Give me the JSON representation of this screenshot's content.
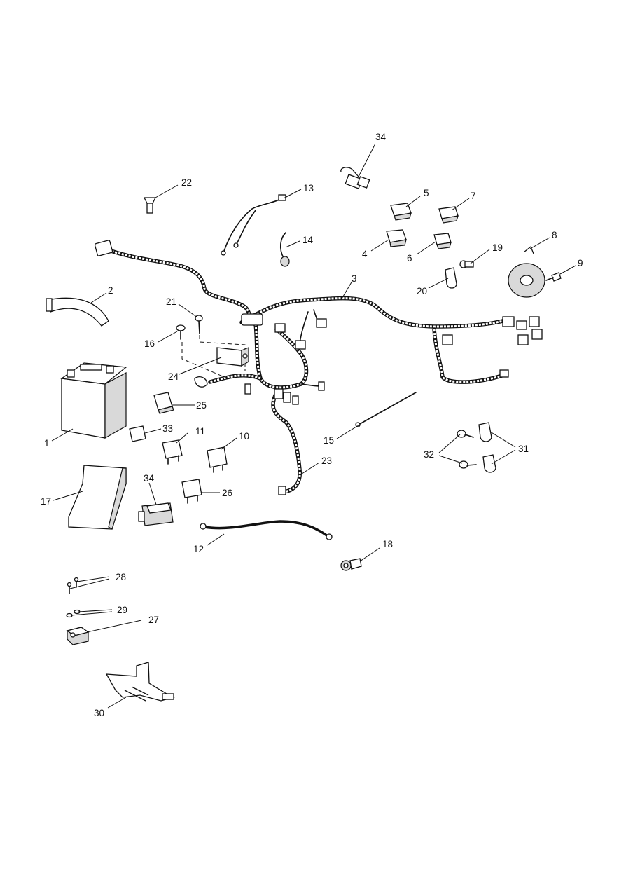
{
  "callouts": [
    {
      "id": "c1",
      "label": "1"
    },
    {
      "id": "c2",
      "label": "2"
    },
    {
      "id": "c3",
      "label": "3"
    },
    {
      "id": "c4",
      "label": "4"
    },
    {
      "id": "c5",
      "label": "5"
    },
    {
      "id": "c6",
      "label": "6"
    },
    {
      "id": "c7",
      "label": "7"
    },
    {
      "id": "c8",
      "label": "8"
    },
    {
      "id": "c9",
      "label": "9"
    },
    {
      "id": "c10",
      "label": "10"
    },
    {
      "id": "c11",
      "label": "11"
    },
    {
      "id": "c12",
      "label": "12"
    },
    {
      "id": "c13",
      "label": "13"
    },
    {
      "id": "c14",
      "label": "14"
    },
    {
      "id": "c15",
      "label": "15"
    },
    {
      "id": "c16",
      "label": "16"
    },
    {
      "id": "c17",
      "label": "17"
    },
    {
      "id": "c18",
      "label": "18"
    },
    {
      "id": "c19",
      "label": "19"
    },
    {
      "id": "c20",
      "label": "20"
    },
    {
      "id": "c21",
      "label": "21"
    },
    {
      "id": "c22",
      "label": "22"
    },
    {
      "id": "c23",
      "label": "23"
    },
    {
      "id": "c24",
      "label": "24"
    },
    {
      "id": "c25",
      "label": "25"
    },
    {
      "id": "c26",
      "label": "26"
    },
    {
      "id": "c27",
      "label": "27"
    },
    {
      "id": "c28",
      "label": "28"
    },
    {
      "id": "c29",
      "label": "29"
    },
    {
      "id": "c30",
      "label": "30"
    },
    {
      "id": "c31",
      "label": "31"
    },
    {
      "id": "c32",
      "label": "32"
    },
    {
      "id": "c33",
      "label": "33"
    },
    {
      "id": "c34a",
      "label": "34"
    },
    {
      "id": "c34b",
      "label": "34"
    }
  ]
}
